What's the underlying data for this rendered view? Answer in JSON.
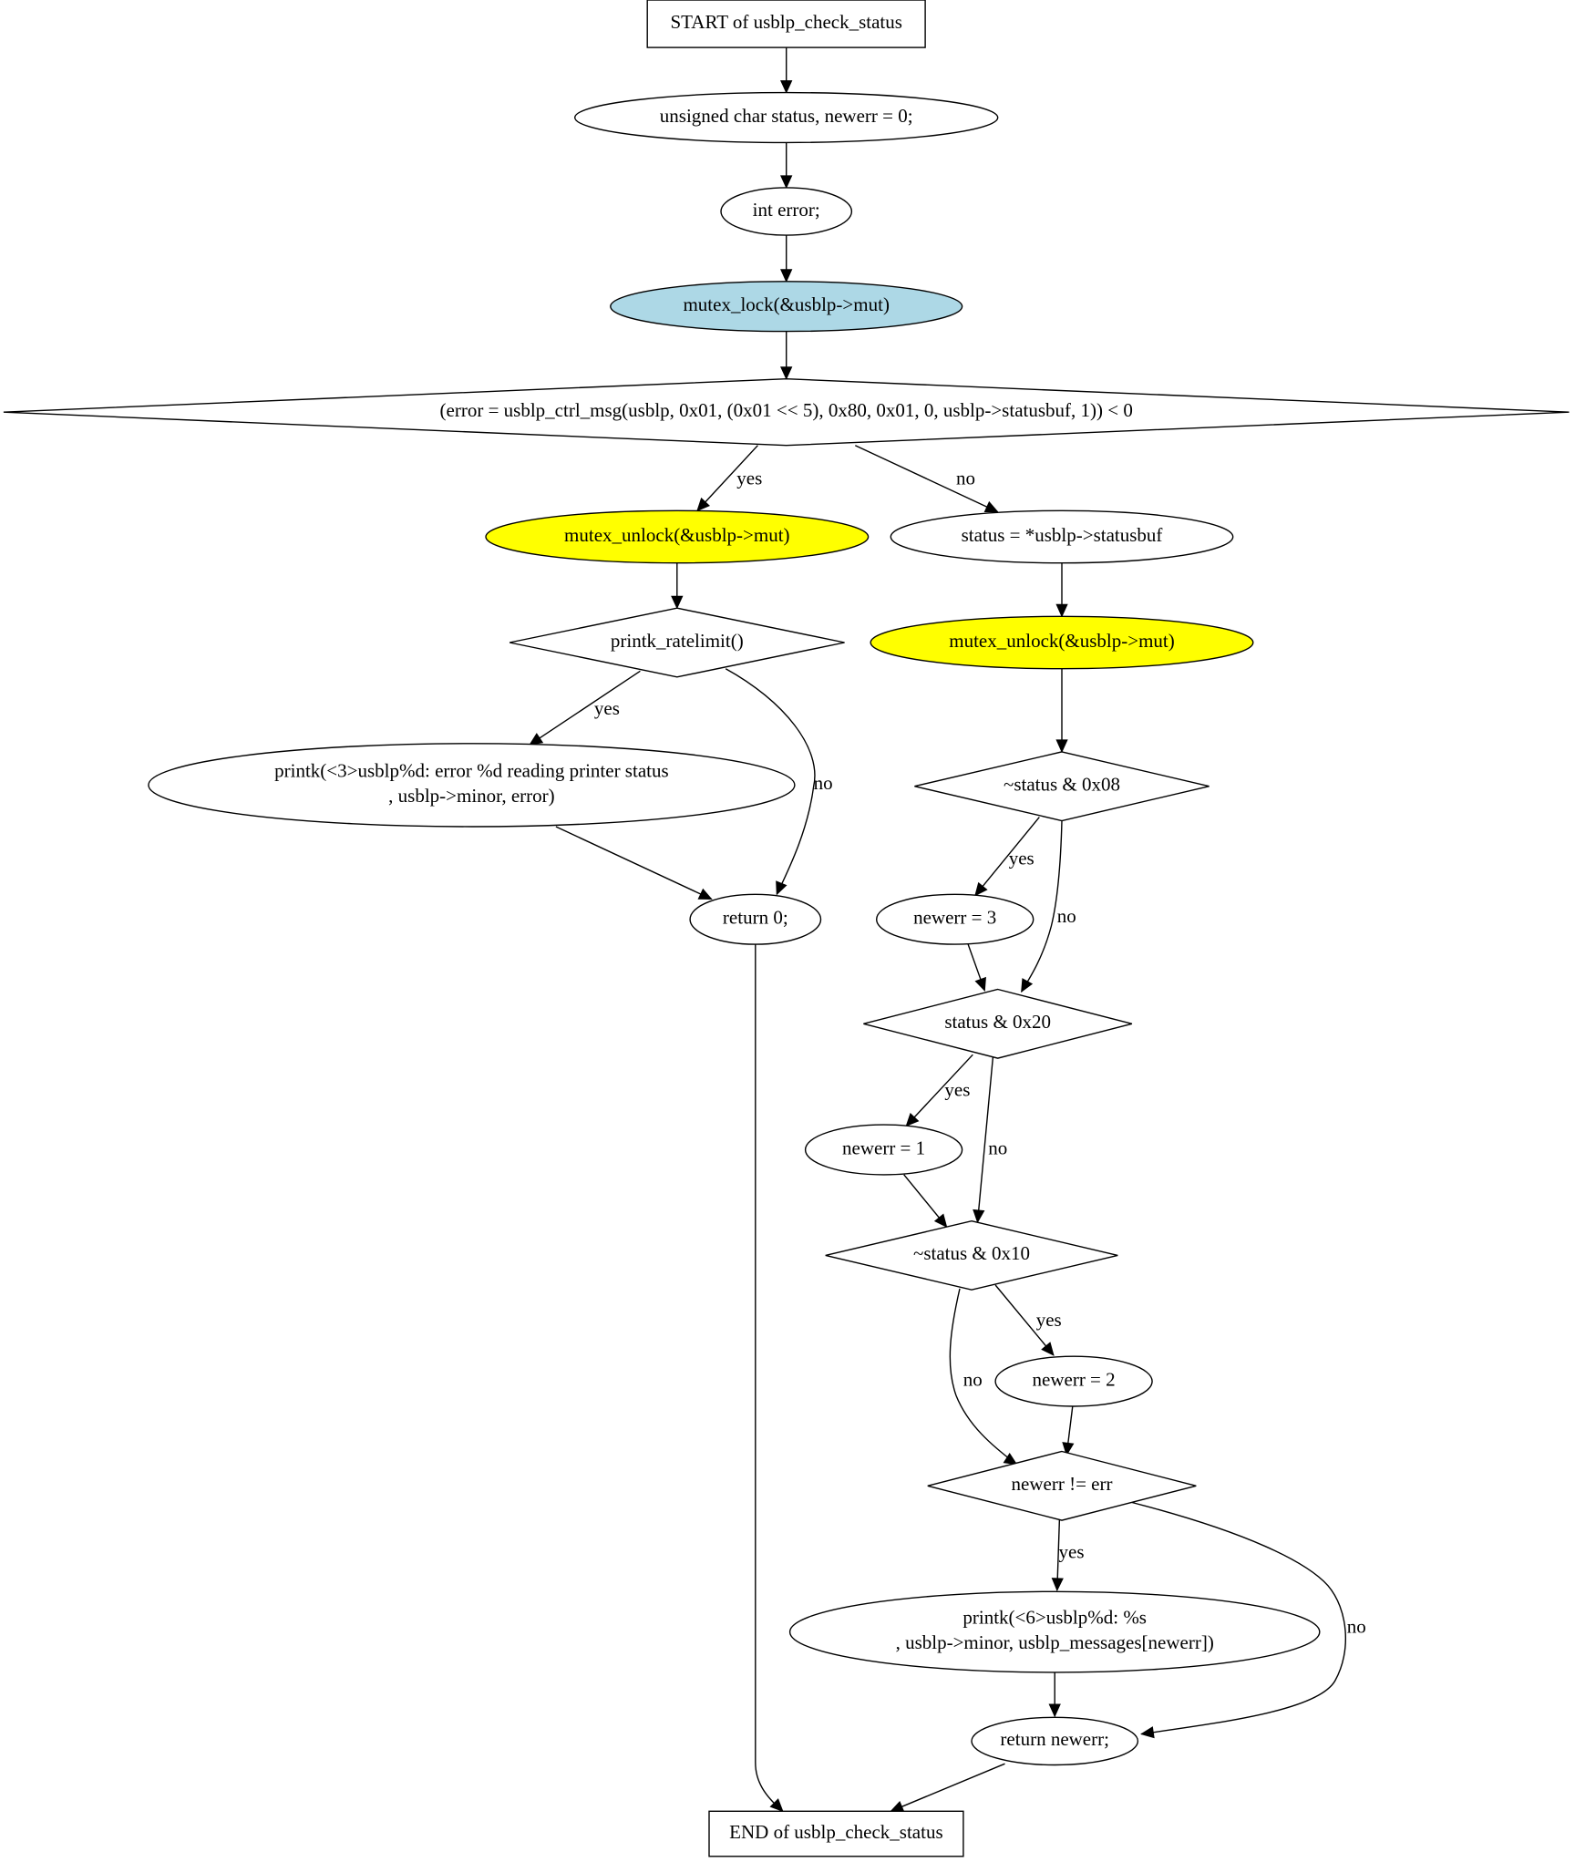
{
  "nodes": [
    {
      "id": "start",
      "shape": "rect",
      "fill": "#ffffff",
      "lines": [
        "START of usblp_check_status"
      ]
    },
    {
      "id": "decl1",
      "shape": "ellipse",
      "fill": "#ffffff",
      "lines": [
        "unsigned char status, newerr = 0;"
      ]
    },
    {
      "id": "decl2",
      "shape": "ellipse",
      "fill": "#ffffff",
      "lines": [
        "int error;"
      ]
    },
    {
      "id": "lock",
      "shape": "ellipse",
      "fill": "#add8e6",
      "lines": [
        "mutex_lock(&usblp->mut)"
      ]
    },
    {
      "id": "cond_err",
      "shape": "diamond",
      "fill": "#ffffff",
      "lines": [
        "(error = usblp_ctrl_msg(usblp, 0x01, (0x01 << 5), 0x80, 0x01, 0, usblp->statusbuf, 1)) < 0"
      ]
    },
    {
      "id": "unlock1",
      "shape": "ellipse",
      "fill": "#ffff00",
      "lines": [
        "mutex_unlock(&usblp->mut)"
      ]
    },
    {
      "id": "status_assign",
      "shape": "ellipse",
      "fill": "#ffffff",
      "lines": [
        "status = *usblp->statusbuf"
      ]
    },
    {
      "id": "ratelimit",
      "shape": "diamond",
      "fill": "#ffffff",
      "lines": [
        "printk_ratelimit()"
      ]
    },
    {
      "id": "unlock2",
      "shape": "ellipse",
      "fill": "#ffff00",
      "lines": [
        "mutex_unlock(&usblp->mut)"
      ]
    },
    {
      "id": "printk_err",
      "shape": "ellipse",
      "fill": "#ffffff",
      "lines": [
        "printk(<3>usblp%d: error %d reading printer status",
        ", usblp->minor, error)"
      ]
    },
    {
      "id": "cond08",
      "shape": "diamond",
      "fill": "#ffffff",
      "lines": [
        "~status & 0x08"
      ]
    },
    {
      "id": "return0",
      "shape": "ellipse",
      "fill": "#ffffff",
      "lines": [
        "return 0;"
      ]
    },
    {
      "id": "newerr3",
      "shape": "ellipse",
      "fill": "#ffffff",
      "lines": [
        "newerr = 3"
      ]
    },
    {
      "id": "cond20",
      "shape": "diamond",
      "fill": "#ffffff",
      "lines": [
        "status & 0x20"
      ]
    },
    {
      "id": "newerr1",
      "shape": "ellipse",
      "fill": "#ffffff",
      "lines": [
        "newerr = 1"
      ]
    },
    {
      "id": "cond10",
      "shape": "diamond",
      "fill": "#ffffff",
      "lines": [
        "~status & 0x10"
      ]
    },
    {
      "id": "newerr2",
      "shape": "ellipse",
      "fill": "#ffffff",
      "lines": [
        "newerr = 2"
      ]
    },
    {
      "id": "cond_ne",
      "shape": "diamond",
      "fill": "#ffffff",
      "lines": [
        "newerr != err"
      ]
    },
    {
      "id": "printk_msg",
      "shape": "ellipse",
      "fill": "#ffffff",
      "lines": [
        "printk(<6>usblp%d: %s",
        ", usblp->minor, usblp_messages[newerr])"
      ]
    },
    {
      "id": "return_newerr",
      "shape": "ellipse",
      "fill": "#ffffff",
      "lines": [
        "return newerr;"
      ]
    },
    {
      "id": "end",
      "shape": "rect",
      "fill": "#ffffff",
      "lines": [
        "END of usblp_check_status"
      ]
    }
  ],
  "edges": [
    {
      "id": "e-start-decl1",
      "from": "start",
      "to": "decl1",
      "label": ""
    },
    {
      "id": "e-decl1-decl2",
      "from": "decl1",
      "to": "decl2",
      "label": ""
    },
    {
      "id": "e-decl2-lock",
      "from": "decl2",
      "to": "lock",
      "label": ""
    },
    {
      "id": "e-lock-cond",
      "from": "lock",
      "to": "cond_err",
      "label": ""
    },
    {
      "id": "e-cond-yes",
      "from": "cond_err",
      "to": "unlock1",
      "label": "yes"
    },
    {
      "id": "e-cond-no",
      "from": "cond_err",
      "to": "status_assign",
      "label": "no"
    },
    {
      "id": "e-unlock1-rate",
      "from": "unlock1",
      "to": "ratelimit",
      "label": ""
    },
    {
      "id": "e-rate-yes",
      "from": "ratelimit",
      "to": "printk_err",
      "label": "yes"
    },
    {
      "id": "e-rate-no",
      "from": "ratelimit",
      "to": "return0",
      "label": "no"
    },
    {
      "id": "e-printk-ret0",
      "from": "printk_err",
      "to": "return0",
      "label": ""
    },
    {
      "id": "e-ret0-end",
      "from": "return0",
      "to": "end",
      "label": ""
    },
    {
      "id": "e-status-unlock2",
      "from": "status_assign",
      "to": "unlock2",
      "label": ""
    },
    {
      "id": "e-unlock2-c08",
      "from": "unlock2",
      "to": "cond08",
      "label": ""
    },
    {
      "id": "e-c08-yes",
      "from": "cond08",
      "to": "newerr3",
      "label": "yes"
    },
    {
      "id": "e-c08-no",
      "from": "cond08",
      "to": "cond20",
      "label": "no"
    },
    {
      "id": "e-ne3-c20",
      "from": "newerr3",
      "to": "cond20",
      "label": ""
    },
    {
      "id": "e-c20-yes",
      "from": "cond20",
      "to": "newerr1",
      "label": "yes"
    },
    {
      "id": "e-c20-no",
      "from": "cond20",
      "to": "cond10",
      "label": "no"
    },
    {
      "id": "e-ne1-c10",
      "from": "newerr1",
      "to": "cond10",
      "label": ""
    },
    {
      "id": "e-c10-yes",
      "from": "cond10",
      "to": "newerr2",
      "label": "yes"
    },
    {
      "id": "e-c10-no",
      "from": "cond10",
      "to": "cond_ne",
      "label": "no"
    },
    {
      "id": "e-ne2-cne",
      "from": "newerr2",
      "to": "cond_ne",
      "label": ""
    },
    {
      "id": "e-cne-yes",
      "from": "cond_ne",
      "to": "printk_msg",
      "label": "yes"
    },
    {
      "id": "e-cne-no",
      "from": "cond_ne",
      "to": "return_newerr",
      "label": "no"
    },
    {
      "id": "e-pmsg-retne",
      "from": "printk_msg",
      "to": "return_newerr",
      "label": ""
    },
    {
      "id": "e-retne-end",
      "from": "return_newerr",
      "to": "end",
      "label": ""
    }
  ]
}
